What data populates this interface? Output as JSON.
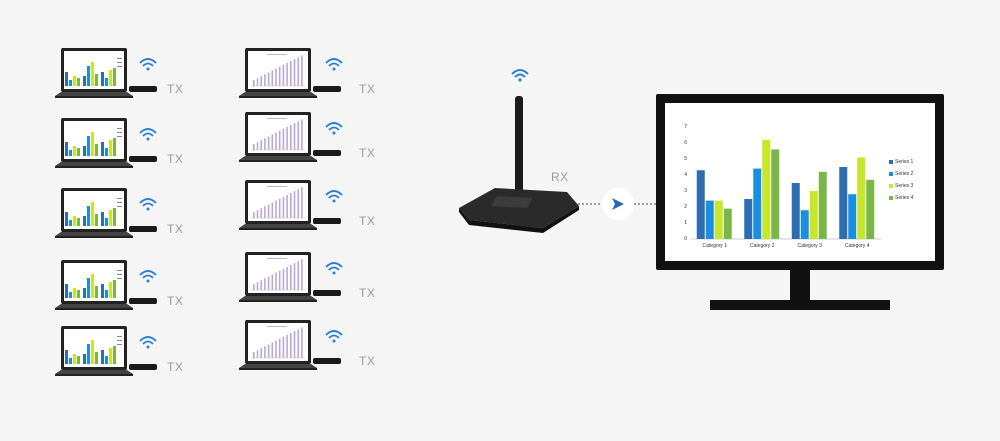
{
  "tx_label": "TX",
  "rx_label": "RX",
  "colors": {
    "wifi": "#2a7fd1",
    "series1": "#2e6db4",
    "series2": "#1a8fe0",
    "series3": "#c8e62a",
    "series4": "#7ab648",
    "arrow": "#2a66b5",
    "bar_light": "#b8a8d8"
  },
  "icons": {
    "wifi": "wifi-icon",
    "arrow": "arrow-right-icon"
  },
  "chart_data": {
    "type": "bar",
    "categories": [
      "Category 1",
      "Category 2",
      "Category 3",
      "Category 4"
    ],
    "series": [
      {
        "name": "Series 1",
        "values": [
          4.3,
          2.5,
          3.5,
          4.5
        ]
      },
      {
        "name": "Series 2",
        "values": [
          2.4,
          4.4,
          1.8,
          2.8
        ]
      },
      {
        "name": "Series 3",
        "values": [
          2.4,
          6.2,
          3.0,
          5.1
        ]
      },
      {
        "name": "Series 4",
        "values": [
          1.9,
          5.6,
          4.2,
          3.7
        ]
      }
    ],
    "ylim": [
      0,
      7
    ],
    "yticks": [
      "0",
      "1",
      "2",
      "3",
      "4",
      "5",
      "6",
      "7"
    ],
    "legend": "right"
  }
}
